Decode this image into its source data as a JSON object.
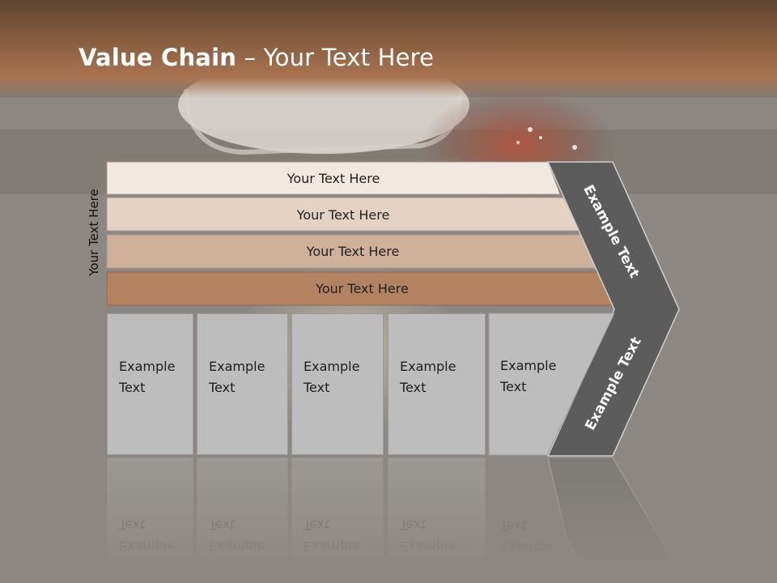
{
  "title": {
    "bold": "Value Chain",
    "rest": " – Your Text Here"
  },
  "side_label": "Your Text Here",
  "layers": [
    {
      "label": "Your Text Here",
      "color": "#f1e8e1"
    },
    {
      "label": "Your Text Here",
      "color": "#e6d2c3"
    },
    {
      "label": "Your Text Here",
      "color": "#cfb09a"
    },
    {
      "label": "Your Text Here",
      "color": "#b38361"
    }
  ],
  "cells": [
    {
      "line1": "Example",
      "line2": "Text"
    },
    {
      "line1": "Example",
      "line2": "Text"
    },
    {
      "line1": "Example",
      "line2": "Text"
    },
    {
      "line1": "Example",
      "line2": "Text"
    },
    {
      "line1": "Example",
      "line2": "Text"
    }
  ],
  "chevron": {
    "top_text": "Example Text",
    "bottom_text": "Example Text",
    "color": "#5c5c5c"
  }
}
